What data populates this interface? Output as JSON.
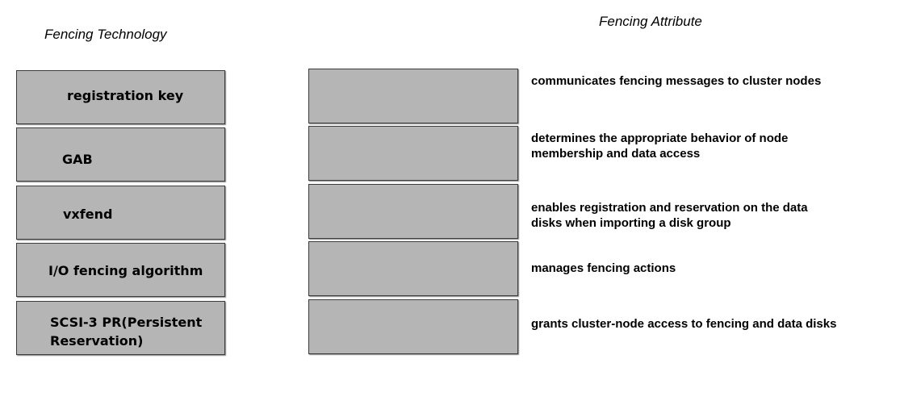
{
  "headings": {
    "technology": "Fencing Technology",
    "attribute": "Fencing Attribute"
  },
  "technologies": [
    "registration key",
    "GAB",
    "vxfend",
    "I/O fencing algorithm",
    "SCSI-3 PR(Persistent\nReservation)"
  ],
  "attributes": [
    "communicates fencing messages to cluster nodes",
    "determines the appropriate behavior of node membership and data access",
    "enables registration and reservation on the data disks when importing a disk group",
    "manages fencing actions",
    "grants cluster-node access to fencing and data disks"
  ],
  "colors": {
    "box_fill": "#b5b5b5",
    "box_border": "#3c3c3c"
  }
}
